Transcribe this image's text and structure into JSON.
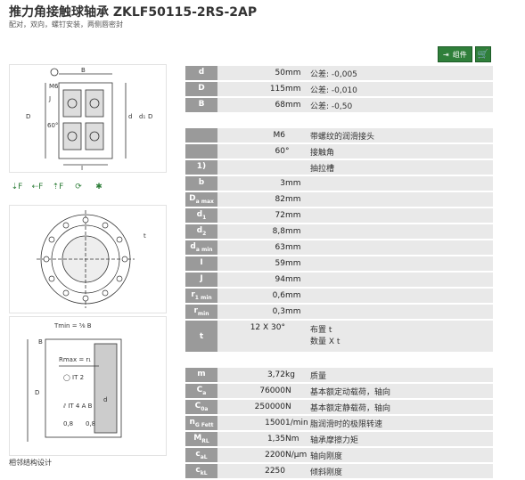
{
  "page": {
    "title": "推力角接触球轴承  ZKLF50115-2RS-2AP",
    "subtitle": "配对，双向，螺钉安装，两侧唇密封",
    "component_label": "组件",
    "caption": "相邻结构设计"
  },
  "icons": [
    "load-axial-icon",
    "load-radial-icon",
    "load-moment-icon",
    "speed-icon",
    "seal-icon"
  ],
  "dims": [
    {
      "sym": "d",
      "sub": "",
      "val": "50",
      "unit": "mm",
      "desc": "公差: -0,005"
    },
    {
      "sym": "D",
      "sub": "",
      "val": "115",
      "unit": "mm",
      "desc": "公差: -0,010"
    },
    {
      "sym": "B",
      "sub": "",
      "val": "68",
      "unit": "mm",
      "desc": "公差: -0,50"
    }
  ],
  "features": [
    {
      "sym": "",
      "sub": "",
      "val": "M6",
      "unit": "",
      "desc": "带螺纹的润滑接头"
    },
    {
      "sym": "",
      "sub": "",
      "val": "60",
      "unit": "°",
      "desc": "接触角"
    },
    {
      "sym": "1)",
      "sub": "",
      "val": "",
      "unit": "",
      "desc": "抽拉槽"
    },
    {
      "sym": "b",
      "sub": "",
      "val": "3",
      "unit": "mm",
      "desc": ""
    },
    {
      "sym": "D",
      "sub": "a max",
      "val": "82",
      "unit": "mm",
      "desc": ""
    },
    {
      "sym": "d",
      "sub": "1",
      "val": "72",
      "unit": "mm",
      "desc": ""
    },
    {
      "sym": "d",
      "sub": "2",
      "val": "8,8",
      "unit": "mm",
      "desc": ""
    },
    {
      "sym": "d",
      "sub": "a min",
      "val": "63",
      "unit": "mm",
      "desc": ""
    },
    {
      "sym": "I",
      "sub": "",
      "val": "59",
      "unit": "mm",
      "desc": ""
    },
    {
      "sym": "J",
      "sub": "",
      "val": "94",
      "unit": "mm",
      "desc": ""
    },
    {
      "sym": "r",
      "sub": "1 min",
      "val": "0,6",
      "unit": "mm",
      "desc": ""
    },
    {
      "sym": "r",
      "sub": "min",
      "val": "0,3",
      "unit": "mm",
      "desc": ""
    }
  ],
  "bolt_row": {
    "sym": "t",
    "val": "12 X 30°",
    "desc1": "布置  t",
    "desc2": "数量  X t"
  },
  "loads": [
    {
      "sym": "m",
      "sub": "",
      "val": "3,72",
      "unit": "kg",
      "desc": "质量"
    },
    {
      "sym": "C",
      "sub": "a",
      "val": "76000",
      "unit": "N",
      "desc": "基本额定动载荷，轴向"
    },
    {
      "sym": "C",
      "sub": "0a",
      "val": "250000",
      "unit": "N",
      "desc": "基本额定静载荷，轴向"
    },
    {
      "sym": "n",
      "sub": "G Fett",
      "val": "1500",
      "unit": "1/min",
      "desc": "脂润滑时的极限转速"
    },
    {
      "sym": "M",
      "sub": "RL",
      "val": "1,35",
      "unit": "Nm",
      "desc": "轴承摩擦力矩"
    },
    {
      "sym": "c",
      "sub": "aL",
      "val": "2200",
      "unit": "N/µm",
      "desc": "轴向刚度"
    },
    {
      "sym": "c",
      "sub": "kL",
      "val": "2250",
      "unit": "",
      "desc": "倾斜刚度"
    }
  ]
}
